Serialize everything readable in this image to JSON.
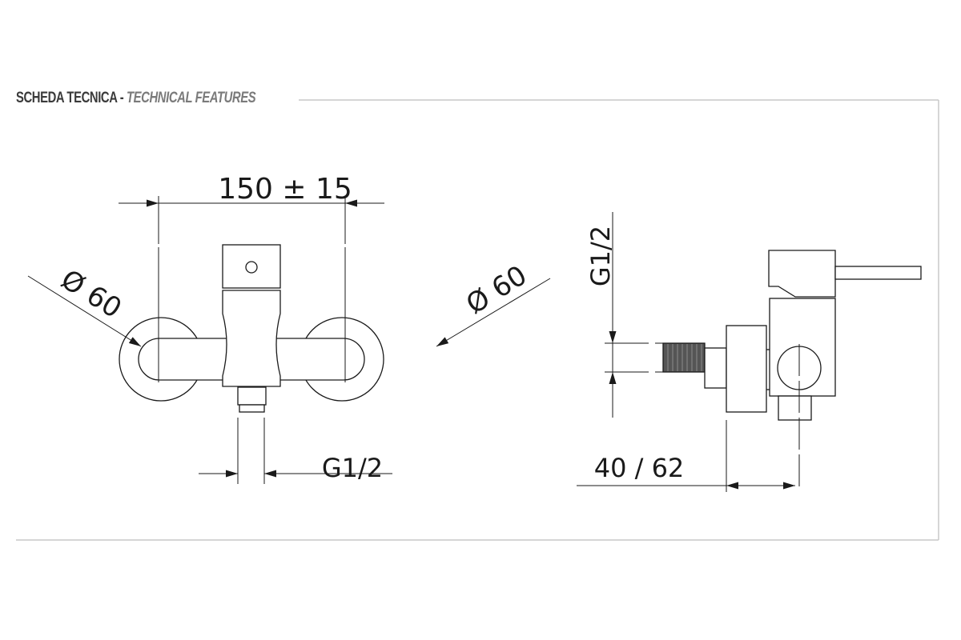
{
  "header": {
    "title_main": "SCHEDA TECNICA - ",
    "title_sub": "TECHNICAL FEATURES"
  },
  "front_view": {
    "width_dimension": "150 ± 15",
    "left_diameter": "Ø 60",
    "right_diameter": "Ø 60",
    "outlet_thread": "G1/2"
  },
  "side_view": {
    "inlet_thread": "G1/2",
    "depth_dimension": "40 / 62"
  },
  "colors": {
    "line": "#1a1a1a",
    "frame": "#c8c8c8",
    "title": "#3a3a3a",
    "title_sub": "#7a7a7a"
  }
}
